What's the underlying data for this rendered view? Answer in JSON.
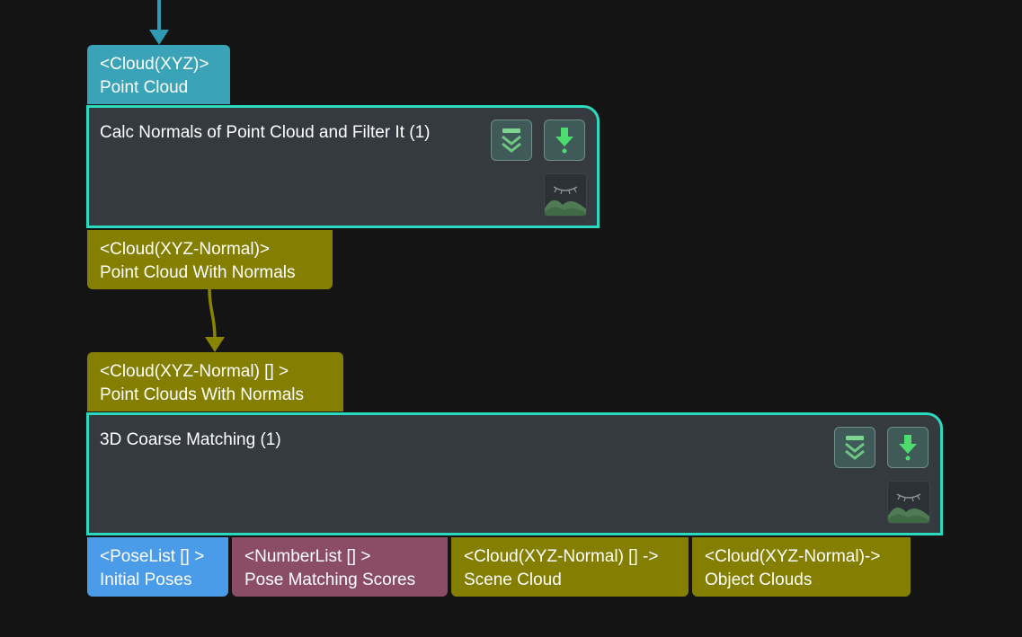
{
  "colors": {
    "background": "#141414",
    "node_fill": "#343a40",
    "node_border": "#2ad9be",
    "cloud_xyz_port": "#3aa3b8",
    "cloud_xyz_normal_port": "#847f00",
    "pose_list_port": "#4a9be8",
    "number_list_port": "#8a4d65",
    "connection_teal": "#2e9ab3",
    "connection_olive": "#8a8500"
  },
  "node1": {
    "input": {
      "type": "<Cloud(XYZ)>",
      "name": "Point Cloud"
    },
    "title": "Calc Normals of Point Cloud and Filter It (1)",
    "output": {
      "type": "<Cloud(XYZ-Normal)>",
      "name": "Point Cloud With Normals"
    },
    "icons": [
      "expand-chevrons-icon",
      "download-arrow-icon",
      "hidden-preview-icon"
    ]
  },
  "node2": {
    "input": {
      "type": "<Cloud(XYZ-Normal) [] >",
      "name": "Point Clouds With Normals"
    },
    "title": "3D Coarse Matching (1)",
    "outputs": [
      {
        "type": "<PoseList [] >",
        "name": "Initial Poses"
      },
      {
        "type": "<NumberList [] >",
        "name": "Pose Matching Scores"
      },
      {
        "type": "<Cloud(XYZ-Normal) [] ->",
        "name": "Scene Cloud"
      },
      {
        "type": "<Cloud(XYZ-Normal)->",
        "name": "Object Clouds"
      }
    ],
    "icons": [
      "expand-chevrons-icon",
      "download-arrow-icon",
      "hidden-preview-icon"
    ]
  }
}
